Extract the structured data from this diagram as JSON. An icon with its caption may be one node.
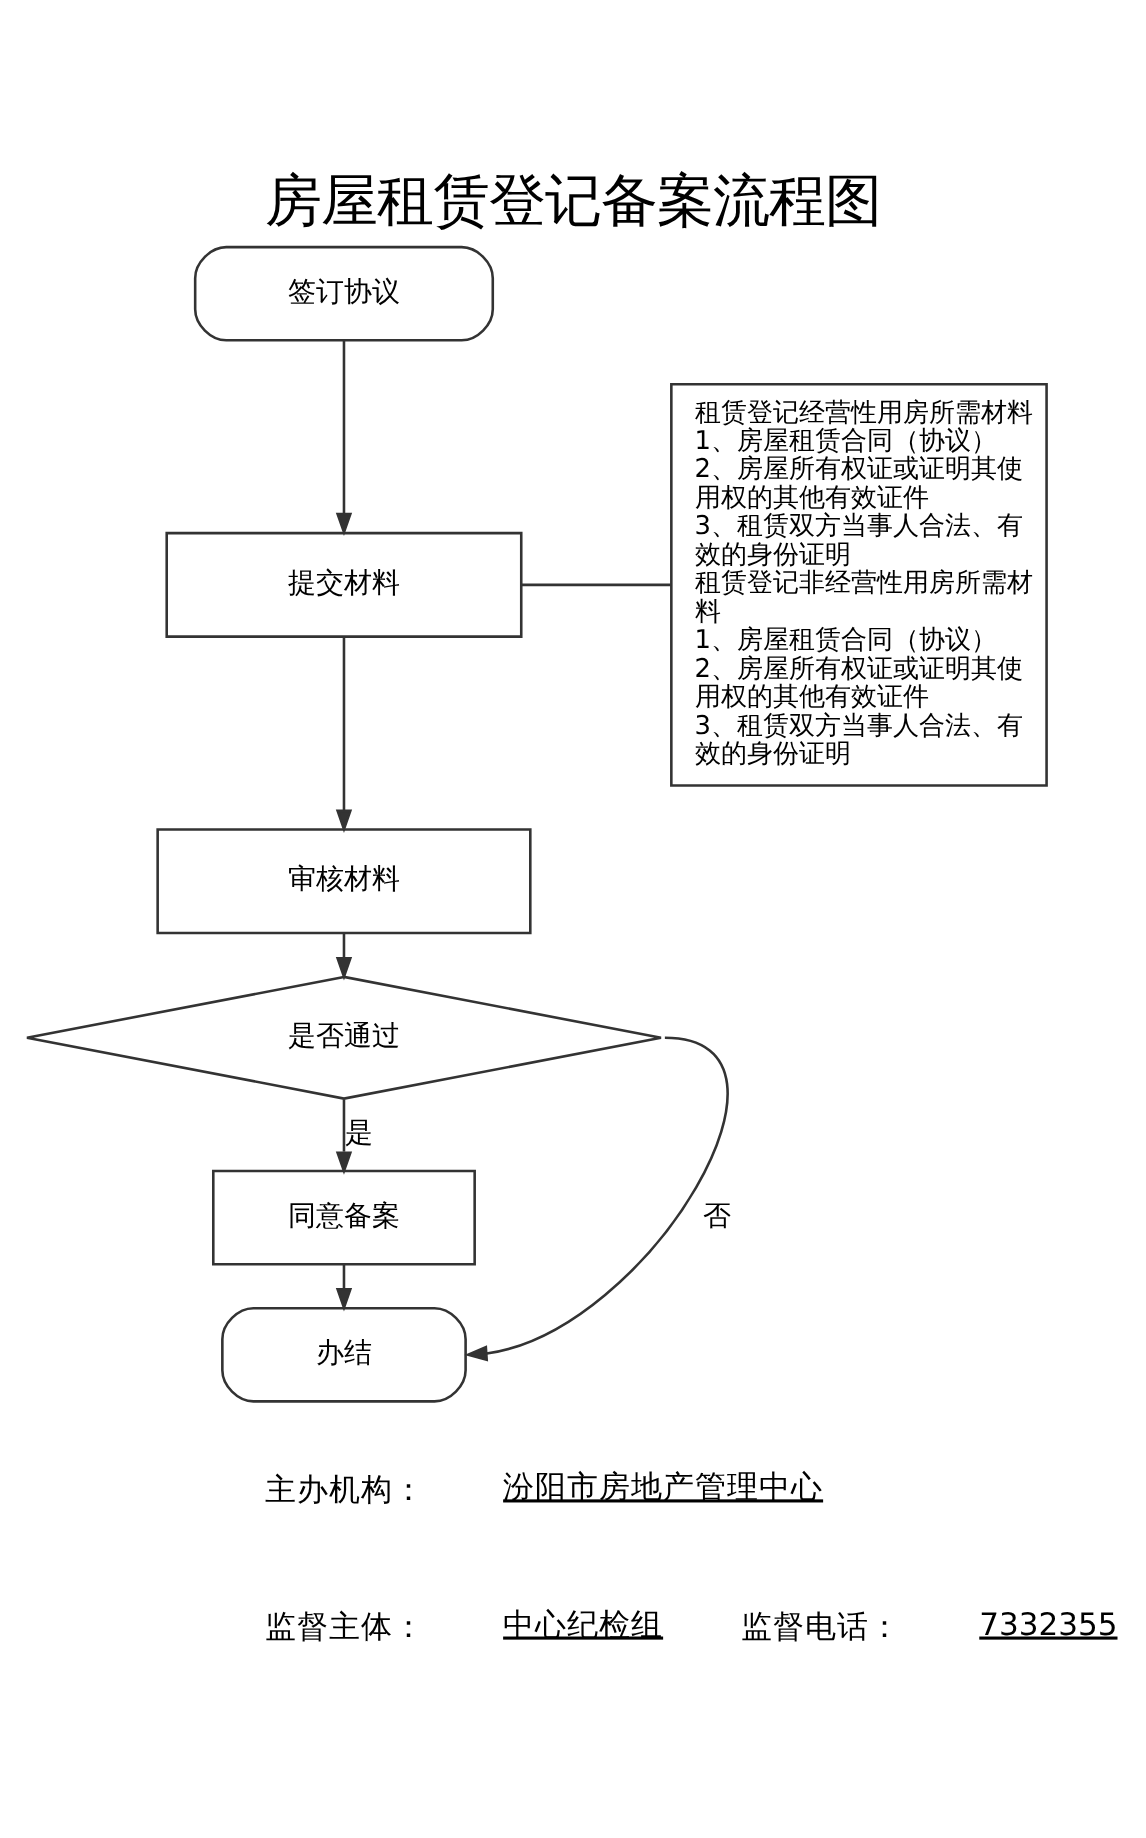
{
  "diagram": {
    "title": "房屋租赁登记备案流程图",
    "nodes": [
      {
        "text": [
          "签订协议"
        ]
      },
      {
        "text": [
          "提交材料"
        ]
      },
      {
        "text": [
          "租赁登记经营性用房所需材料",
          "1、房屋租赁合同（协议）",
          "2、房屋所有权证或证明其使用权的其他有效证件",
          "3、租赁双方当事人合法、有效的身份证明",
          "租赁登记非经营性用房所需材料",
          "1、房屋租赁合同（协议）",
          "2、房屋所有权证或证明其使用权的其他有效证件",
          "3、租赁双方当事人合法、有效的身份证明"
        ]
      },
      {
        "text": [
          "审核材料"
        ]
      },
      {
        "text": [
          "是否通过"
        ]
      },
      {
        "text": [
          "同意备案"
        ]
      },
      {
        "text": [
          "办结"
        ]
      }
    ],
    "edges": [
      {
        "from": 0,
        "to": 1,
        "arrow": "to"
      },
      {
        "from": 2,
        "to": 1,
        "arrow": "none"
      },
      {
        "from": 1,
        "to": 3,
        "arrow": "to"
      },
      {
        "from": 3,
        "to": 4,
        "arrow": "to"
      },
      {
        "from": 4,
        "to": 5,
        "arrow": "to",
        "label": "是"
      },
      {
        "from": 5,
        "to": 6,
        "arrow": "to"
      },
      {
        "from": 4,
        "to": 6,
        "arrow": "to",
        "label": "否"
      }
    ],
    "labels": [
      "主办机构：",
      "汾阳市房地产管理中心",
      "监督主体：",
      "中心纪检组",
      "监督电话：",
      "7332355"
    ]
  }
}
